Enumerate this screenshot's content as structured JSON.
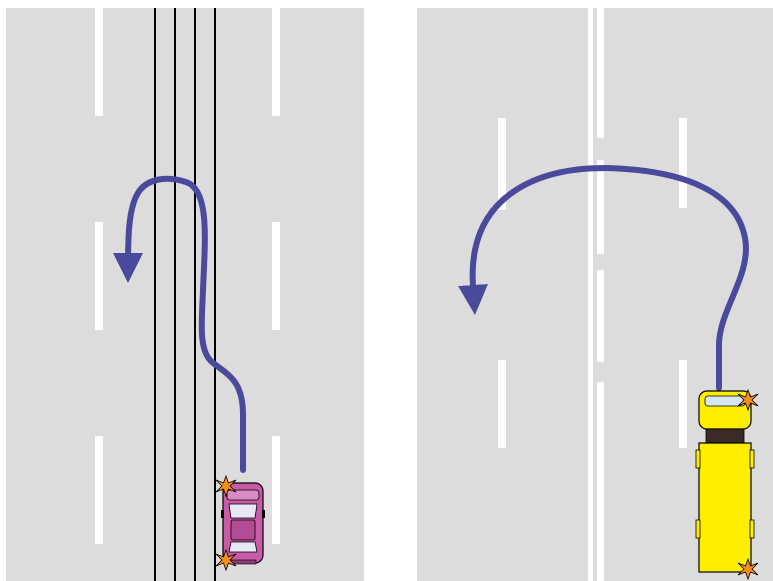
{
  "colors": {
    "road": "#dcdcdc",
    "lane_marking": "#ffffff",
    "solid_line": "#000000",
    "path_arrow": "#4a4a9c",
    "car_body": "#c85aa8",
    "truck_body": "#ffee00",
    "indicator": "#f5901e"
  },
  "panels": [
    {
      "id": "left",
      "scenario": "car-u-turn-across-double-solid-lines",
      "vehicle": "car-icon"
    },
    {
      "id": "right",
      "scenario": "truck-u-turn-across-broken-center-line",
      "vehicle": "truck-icon"
    }
  ]
}
